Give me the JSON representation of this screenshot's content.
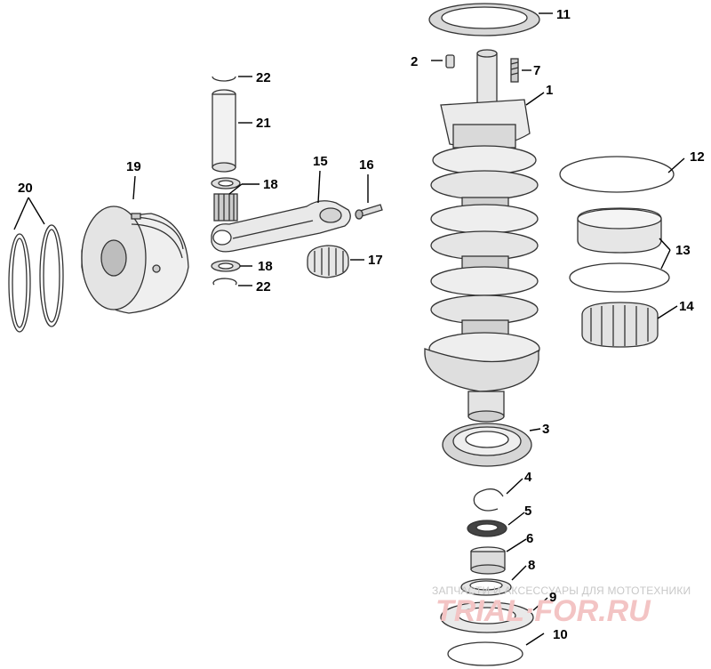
{
  "callouts": {
    "c1": "1",
    "c2": "2",
    "c3": "3",
    "c4": "4",
    "c5": "5",
    "c6": "6",
    "c7": "7",
    "c8": "8",
    "c9": "9",
    "c10": "10",
    "c11": "11",
    "c12": "12",
    "c13": "13",
    "c14": "14",
    "c15": "15",
    "c16": "16",
    "c17": "17",
    "c18a": "18",
    "c18b": "18",
    "c19": "19",
    "c20": "20",
    "c21": "21",
    "c22a": "22",
    "c22b": "22"
  },
  "watermark": {
    "tagline": "ЗАПЧАСТИ И АКСЕССУАРЫ ДЛЯ МОТОТЕХНИКИ",
    "brand": "TRIAL·FOR.RU"
  }
}
